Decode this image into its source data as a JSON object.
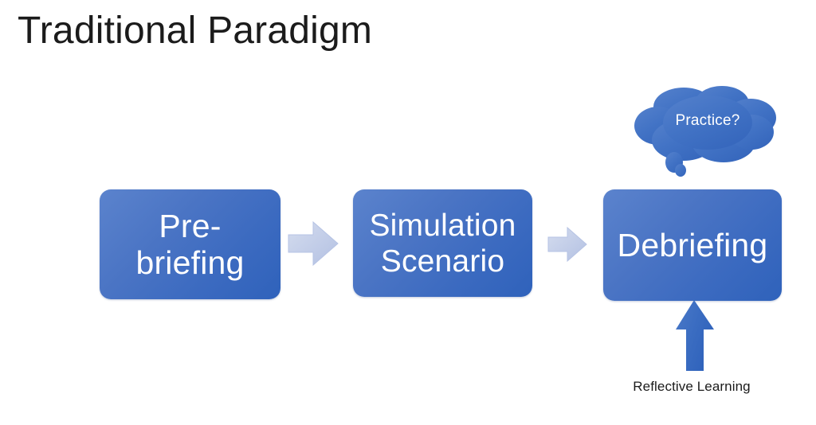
{
  "slide": {
    "title": "Traditional Paradigm",
    "background_color": "#ffffff",
    "title_color": "#1b1b1b"
  },
  "flow": {
    "accent_color": "#4a74c4",
    "accent_dark": "#2f62bb",
    "connector_color": "#c3cfe8",
    "boxes": [
      {
        "id": "prebriefing",
        "label": "Pre-\nbriefing"
      },
      {
        "id": "simulation",
        "label": "Simulation\nScenario"
      },
      {
        "id": "debriefing",
        "label": "Debriefing"
      }
    ],
    "connectors": [
      {
        "id": "connector-1",
        "icon": "right-arrow-icon"
      },
      {
        "id": "connector-2",
        "icon": "right-arrow-icon"
      }
    ]
  },
  "thought_cloud": {
    "text": "Practice?",
    "text_color": "#ffffff",
    "fill_color": "#3f6fc3"
  },
  "reflective": {
    "label": "Reflective Learning",
    "arrow_icon": "up-arrow-icon",
    "arrow_color": "#3a6cc1"
  }
}
